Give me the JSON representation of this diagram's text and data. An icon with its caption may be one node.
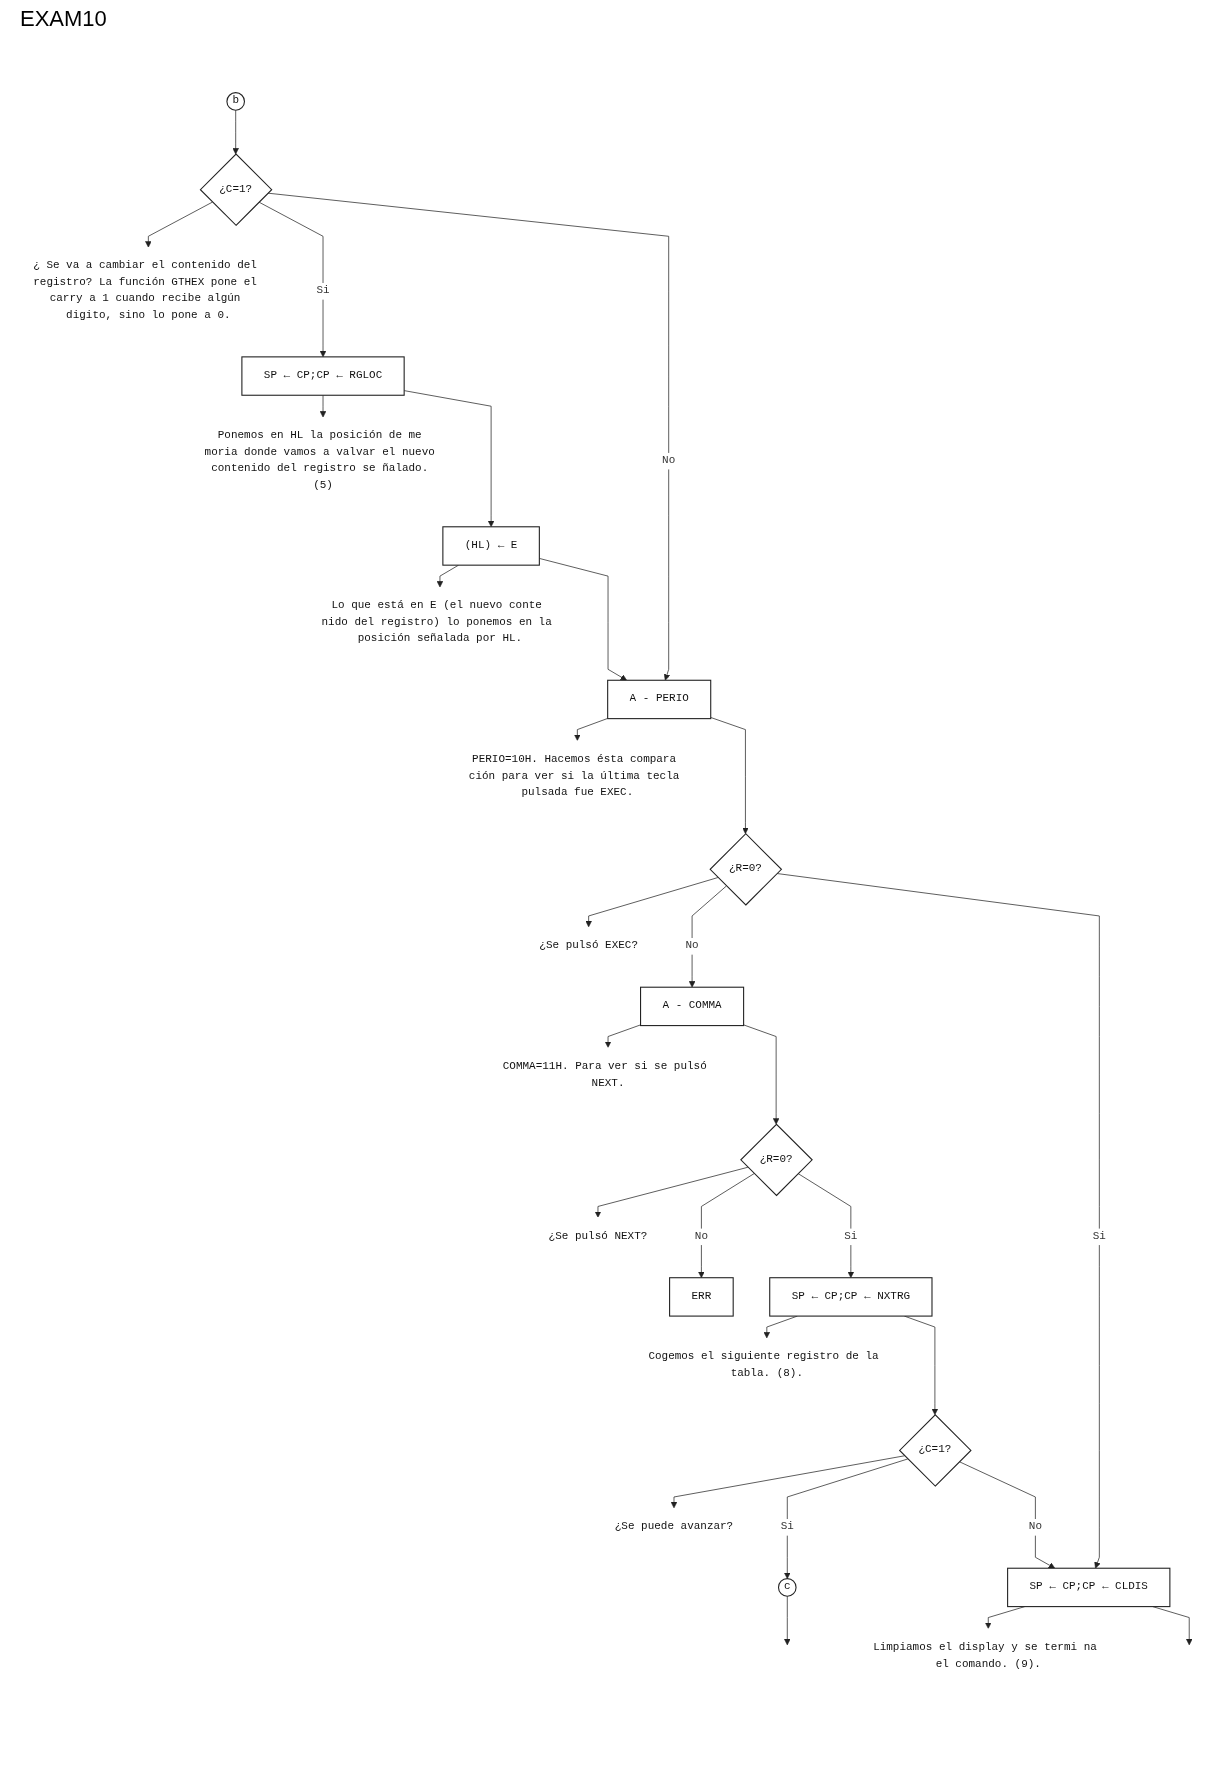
{
  "diagram": {
    "nodes": [
      {
        "text": [
          "b"
        ]
      },
      {
        "text": [
          "¿C=1?"
        ]
      },
      {
        "text": [
          "¿ Se va a cambiar el contenido del registro? La función GTHEX pone el carry a 1 cuando recibe algún digito, sino lo pone a 0."
        ]
      },
      {
        "text": [
          "SP ← CP;CP ← RGLOC"
        ]
      },
      {
        "text": [
          "Ponemos en HL la posición de me moria donde vamos a valvar el nuevo contenido del registro se ñalado. (5)"
        ]
      },
      {
        "text": [
          "(HL) ← E"
        ]
      },
      {
        "text": [
          "Lo que está en E (el nuevo conte nido del registro) lo ponemos en la posición señalada por HL."
        ]
      },
      {
        "text": [
          "A - PERIO"
        ]
      },
      {
        "text": [
          "PERIO=10H. Hacemos ésta compara ción para ver si la última tecla pulsada fue EXEC."
        ]
      },
      {
        "text": [
          "¿R=0?"
        ]
      },
      {
        "text": [
          "¿Se pulsó EXEC?"
        ]
      },
      {
        "text": [
          "A - COMMA"
        ]
      },
      {
        "text": [
          "COMMA=11H. Para ver si se pulsó NEXT."
        ]
      },
      {
        "text": [
          "¿R=0?"
        ]
      },
      {
        "text": [
          "ERR"
        ]
      },
      {
        "text": [
          "¿Se pulsó NEXT?"
        ]
      },
      {
        "text": [
          "SP ← CP;CP ← NXTRG"
        ]
      },
      {
        "text": [
          "Cogemos el siguiente registro de la tabla. (8)."
        ]
      },
      {
        "text": [
          "¿C=1?"
        ]
      },
      {
        "text": [
          "c"
        ]
      },
      {
        "text": [
          "¿Se puede avanzar?"
        ]
      },
      {
        "text": [
          "SP ← CP;CP ← CLDIS"
        ]
      },
      {
        "text": [
          "Limpiamos el display y se termi na el comando. (9)."
        ]
      }
    ],
    "edges": [
      {
        "from": 0,
        "to": 1,
        "arrow": "to"
      },
      {
        "from": 1,
        "to": 2,
        "arrow": "to"
      },
      {
        "from": 1,
        "to": 3,
        "label": "Si",
        "arrow": "to"
      },
      {
        "from": 1,
        "to": 7,
        "label": "No",
        "arrow": "to"
      },
      {
        "from": 3,
        "to": 4,
        "arrow": "to"
      },
      {
        "from": 3,
        "to": 5,
        "arrow": "to"
      },
      {
        "from": 5,
        "to": 6,
        "arrow": "to"
      },
      {
        "from": 5,
        "to": 7,
        "arrow": "to"
      },
      {
        "from": 7,
        "to": 8,
        "arrow": "to"
      },
      {
        "from": 7,
        "to": 9,
        "arrow": "to"
      },
      {
        "from": 9,
        "to": 10,
        "arrow": "to"
      },
      {
        "from": 9,
        "to": 21,
        "label": "Si",
        "arrow": "to"
      },
      {
        "from": 9,
        "to": 11,
        "label": "No",
        "arrow": "to"
      },
      {
        "from": 11,
        "to": 12,
        "arrow": "to"
      },
      {
        "from": 11,
        "to": 13,
        "arrow": "to"
      },
      {
        "from": 13,
        "to": 14,
        "label": "No",
        "arrow": "to"
      },
      {
        "from": 13,
        "to": 15,
        "arrow": "to"
      },
      {
        "from": 13,
        "to": 16,
        "label": "Si",
        "arrow": "to"
      },
      {
        "from": 16,
        "to": 17,
        "arrow": "to"
      },
      {
        "from": 16,
        "to": 18,
        "arrow": "to"
      },
      {
        "from": 18,
        "to": 19,
        "label": "Si",
        "arrow": "to"
      },
      {
        "from": 19,
        "to": null,
        "arrow": "to"
      },
      {
        "from": 18,
        "to": 20,
        "arrow": "to"
      },
      {
        "from": 18,
        "to": 21,
        "label": "No",
        "arrow": "to"
      },
      {
        "from": 21,
        "to": 22,
        "arrow": "to"
      },
      {
        "from": 21,
        "to": null,
        "arrow": "to"
      }
    ],
    "labels": [
      "EXAM10"
    ]
  }
}
